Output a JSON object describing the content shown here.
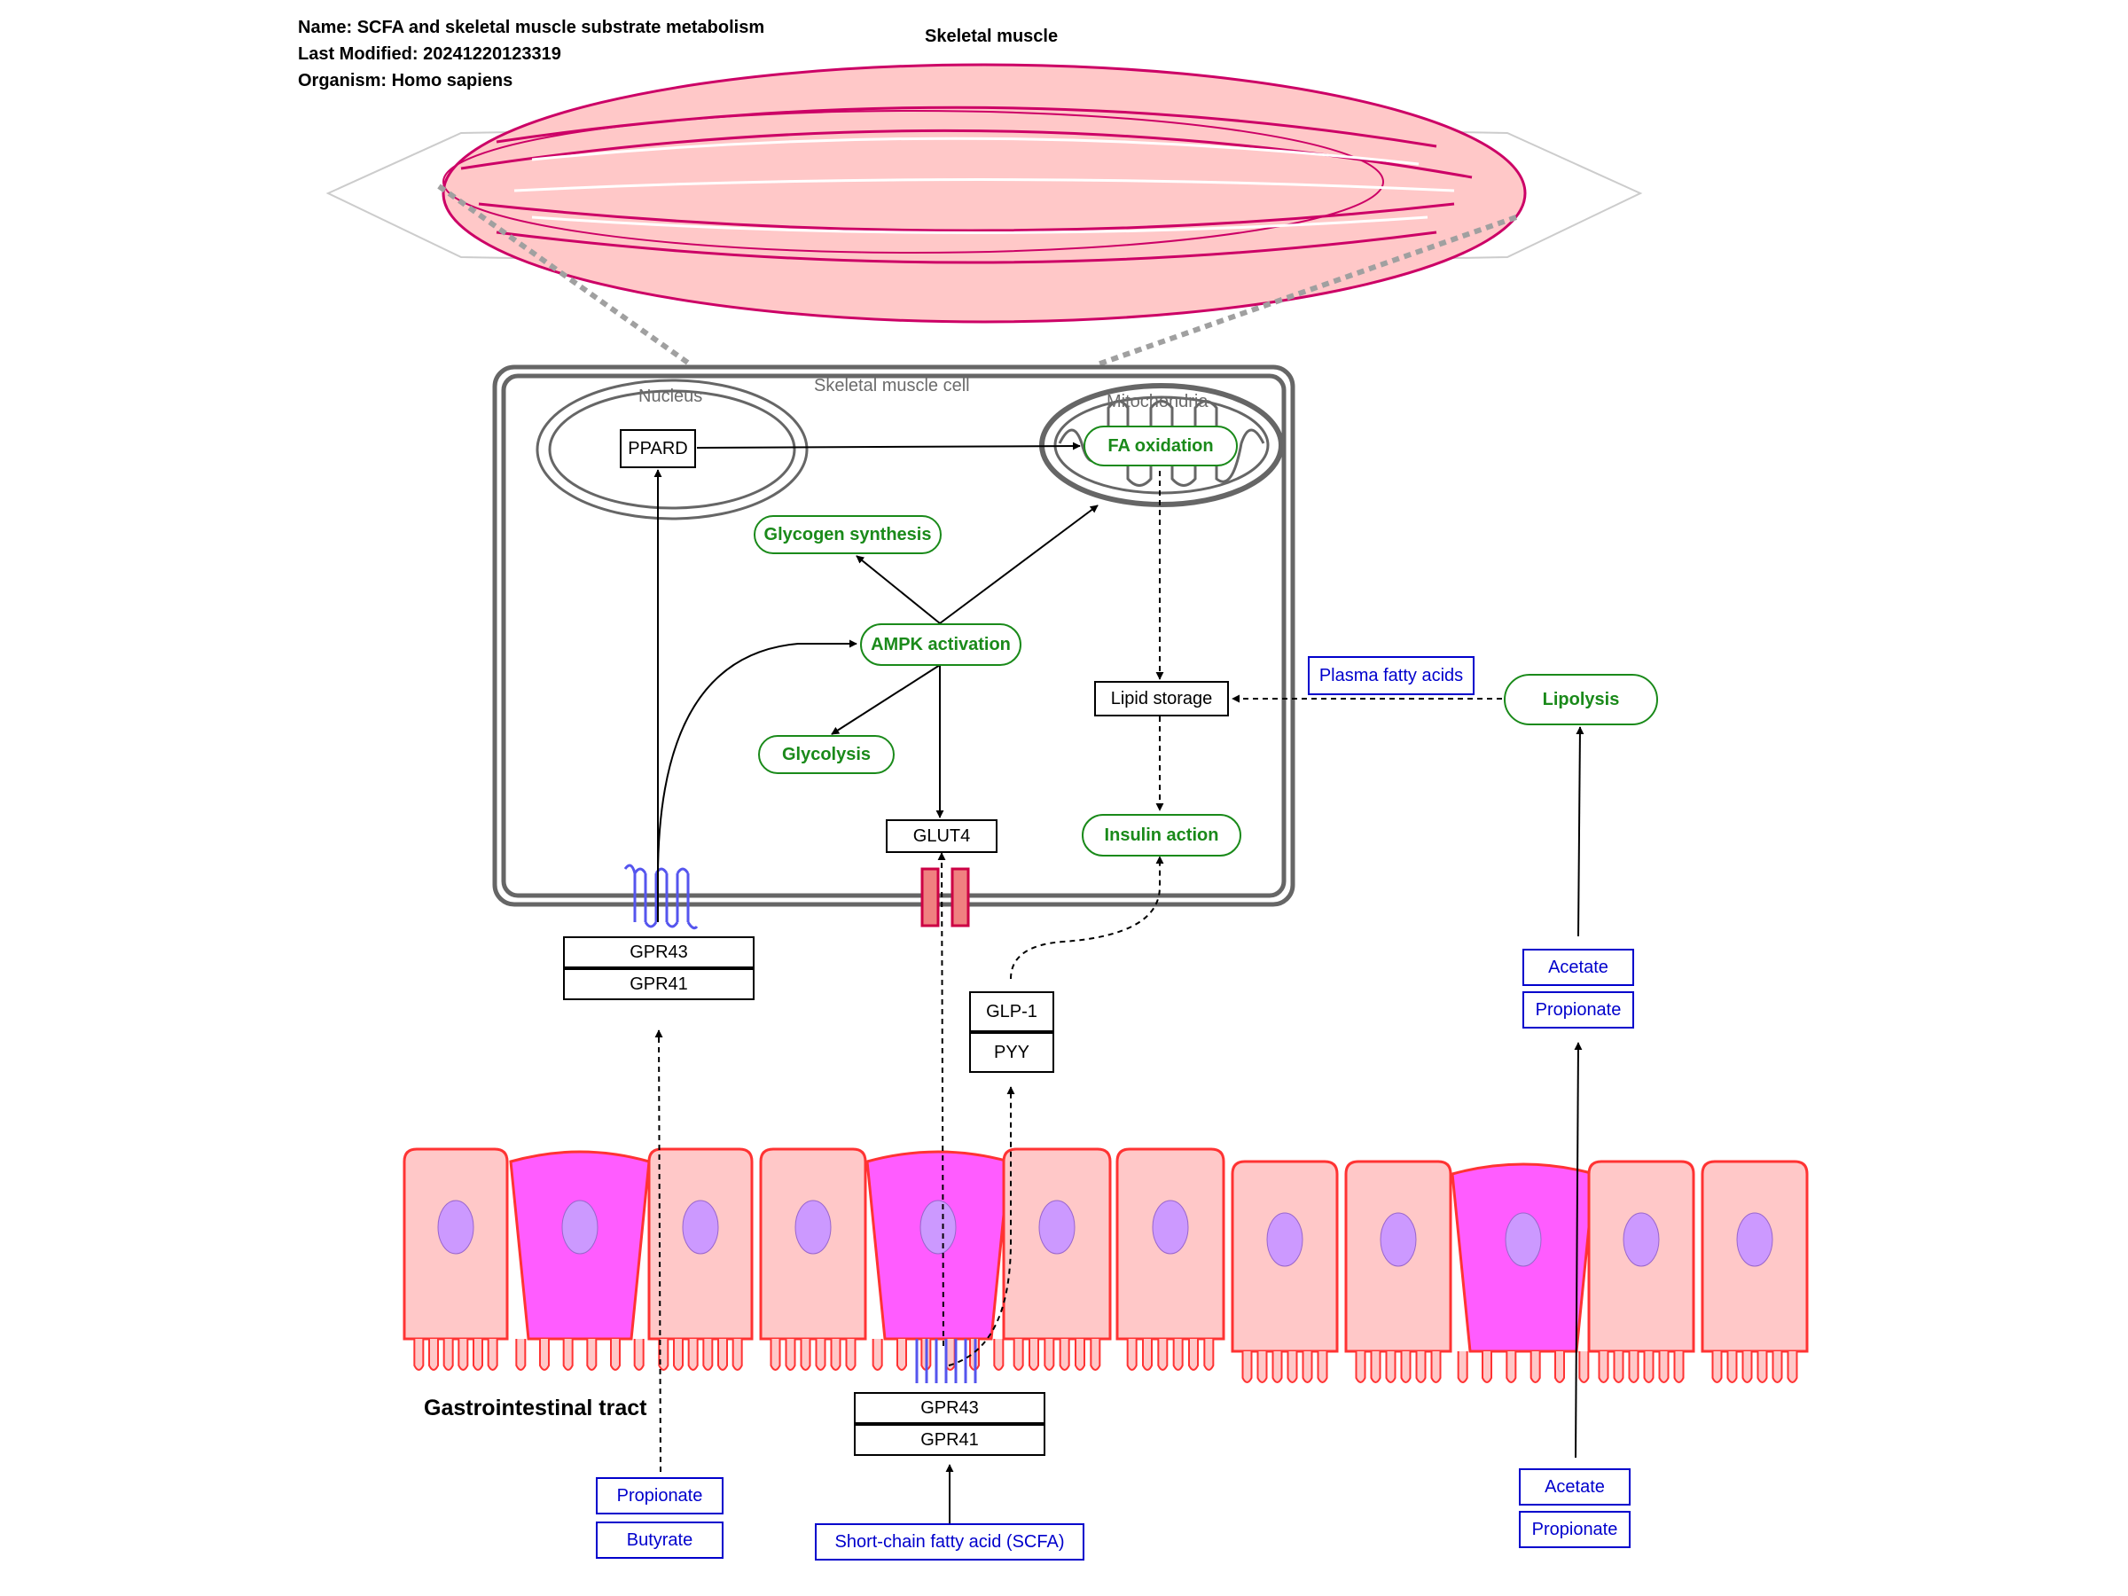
{
  "header": {
    "name": "Name: SCFA and skeletal muscle substrate metabolism",
    "modified": "Last Modified: 20241220123319",
    "organism": "Organism: Homo sapiens"
  },
  "labels": {
    "skeletal_muscle": "Skeletal muscle",
    "muscle_cell": "Skeletal muscle cell",
    "nucleus": "Nucleus",
    "mitochondria": "Mitochondria",
    "gi_tract": "Gastrointestinal tract"
  },
  "genes": {
    "ppard": "PPARD",
    "glut4": "GLUT4",
    "lipid_storage": "Lipid storage",
    "gpr43_muscle": "GPR43",
    "gpr41_muscle": "GPR41",
    "glp1": "GLP-1",
    "pyy": "PYY",
    "gpr43_gut": "GPR43",
    "gpr41_gut": "GPR41"
  },
  "processes": {
    "fa_oxidation": "FA oxidation",
    "glycogen_synthesis": "Glycogen synthesis",
    "ampk_activation": "AMPK activation",
    "glycolysis": "Glycolysis",
    "insulin_action": "Insulin action",
    "lipolysis": "Lipolysis"
  },
  "metabolites": {
    "plasma_fatty_acids": "Plasma fatty acids",
    "acetate_upper": "Acetate",
    "propionate_upper": "Propionate",
    "acetate_lower": "Acetate",
    "propionate_lower": "Propionate",
    "propionate_left": "Propionate",
    "butyrate": "Butyrate",
    "scfa": "Short-chain fatty acid (SCFA)"
  },
  "colors": {
    "process": "#1a8a1a",
    "metabolite": "#0000cc",
    "muscle_fill": "#ffc8c8",
    "muscle_stroke": "#cc0066",
    "enterocyte_fill": "#ffc8c8",
    "enterocyte_stroke": "#ff3333",
    "goblet_fill": "#ff5cff",
    "nucleus_fill": "#cc99ff",
    "receptor": "#5555ee"
  },
  "icons": [
    "gpcr-receptor-icon",
    "glucose-transporter-icon",
    "mitochondrion-icon",
    "muscle-fiber-icon",
    "intestinal-epithelium-icon"
  ]
}
